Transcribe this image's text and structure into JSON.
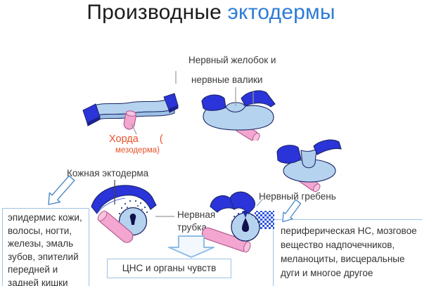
{
  "title": {
    "part1": "Производные ",
    "part2": "эктодермы"
  },
  "labels": {
    "groove_line1": "Нервный желобок и",
    "groove_line2": "нервные валики",
    "chord": "Хорда",
    "chord_paren": "(",
    "chord_line2": "мезодерма)",
    "skin_ectoderm": "Кожная эктодерма",
    "neural_crest": "Нервный гребень",
    "neural_tube_line1": "Нервная",
    "neural_tube_line2": "трубка"
  },
  "boxes": {
    "left_derivatives": "эпидермис кожи,\nволосы, ногти,\nжелезы, эмаль\nзубов, эпителий\nпередней и\nзадней кишки",
    "cns": "ЦНС и органы чувств",
    "right_derivatives": "периферическая НС, мозговое\nвещество надпочечников,\nмеланоциты, висцеральные\nдуги и многое другое"
  },
  "icons": {
    "down_left_arrow": "arrow pointing from skin-ectoderm label to left derivatives box",
    "down_arrow": "arrow pointing from neural tube to CNS box",
    "crest_arrow": "arrow pointing from neural crest label to crest cells"
  },
  "colors": {
    "accent_blue": "#2e7cd6",
    "orange_red": "#e8502a",
    "box_border": "#9dc3e6",
    "shape_dark_blue": "#2a34d8",
    "shape_light_blue": "#b5d3ee",
    "shape_pink": "#f2a6d0",
    "arrow_outline_blue": "#4a86c8",
    "big_arrow_blue": "#8fbce6"
  }
}
